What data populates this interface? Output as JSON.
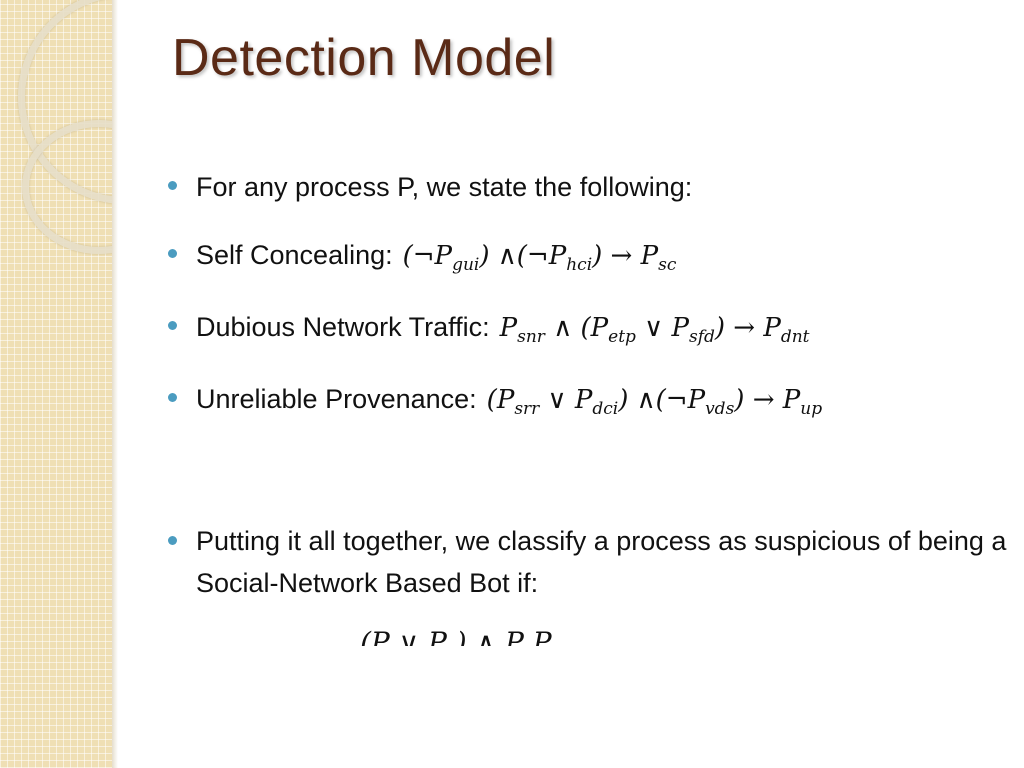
{
  "slide": {
    "title": "Detection Model",
    "bullets": [
      {
        "text": "For any process P, we state the following:"
      },
      {
        "label": "Self Concealing:",
        "formula": "(¬P<sub>gui</sub>) ∧(¬P<sub>hci</sub>) → P<sub>sc</sub>"
      },
      {
        "label": "Dubious Network Traffic:",
        "formula": "P<sub>snr</sub> ∧ (P<sub>etp</sub> ∨ P<sub>sfd</sub>) → P<sub>dnt</sub>"
      },
      {
        "label": "Unreliable Provenance:",
        "formula": "(P<sub>srr</sub> ∨ P<sub>dci</sub>) ∧(¬P<sub>vds</sub>) → P<sub>up</sub>"
      }
    ],
    "summary": "Putting it all together, we classify a process as suspicious of being a Social-Network Based Bot if:",
    "final_formula_partial": "(P    ∨ P   ) ∧ P          P"
  },
  "colors": {
    "title": "#5a2a16",
    "bullet": "#4b9cc0",
    "sidebar": "#efdfb4"
  }
}
